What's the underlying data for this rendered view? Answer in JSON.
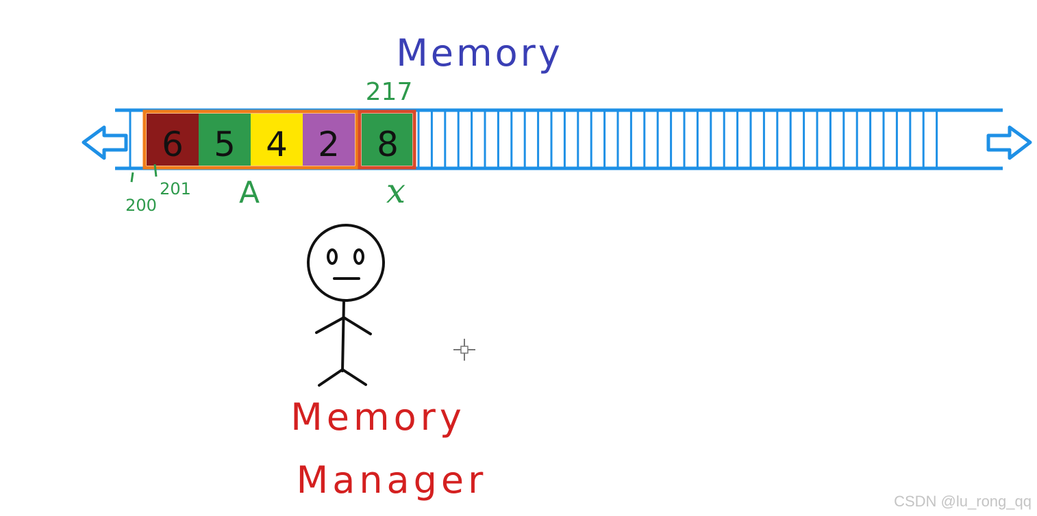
{
  "title": "Memory",
  "array_label": "A",
  "variable_label": "x",
  "addresses": {
    "start": "200",
    "second": "201",
    "x_addr": "217"
  },
  "array_cells": [
    {
      "value": "6",
      "color": "#8b1a1a"
    },
    {
      "value": "5",
      "color": "#2e9a4c"
    },
    {
      "value": "4",
      "color": "#ffe600"
    },
    {
      "value": "2",
      "color": "#a65bb0"
    }
  ],
  "x_cell": {
    "value": "8",
    "color": "#2e9a4c"
  },
  "manager_label": {
    "line1": "Memory",
    "line2": "Manager"
  },
  "watermark": "CSDN @lu_rong_qq",
  "colors": {
    "memory_strip": "#1e90e6",
    "title": "#3a3fb5",
    "address_text": "#2e9a4c",
    "array_border": "#f07d1a",
    "x_border": "#d94a2a",
    "manager_text": "#d42020",
    "figure": "#111111"
  },
  "icons": {
    "left_arrow": "arrow-left-outline-icon",
    "right_arrow": "arrow-right-outline-icon",
    "cursor": "crosshair-cursor-icon"
  }
}
